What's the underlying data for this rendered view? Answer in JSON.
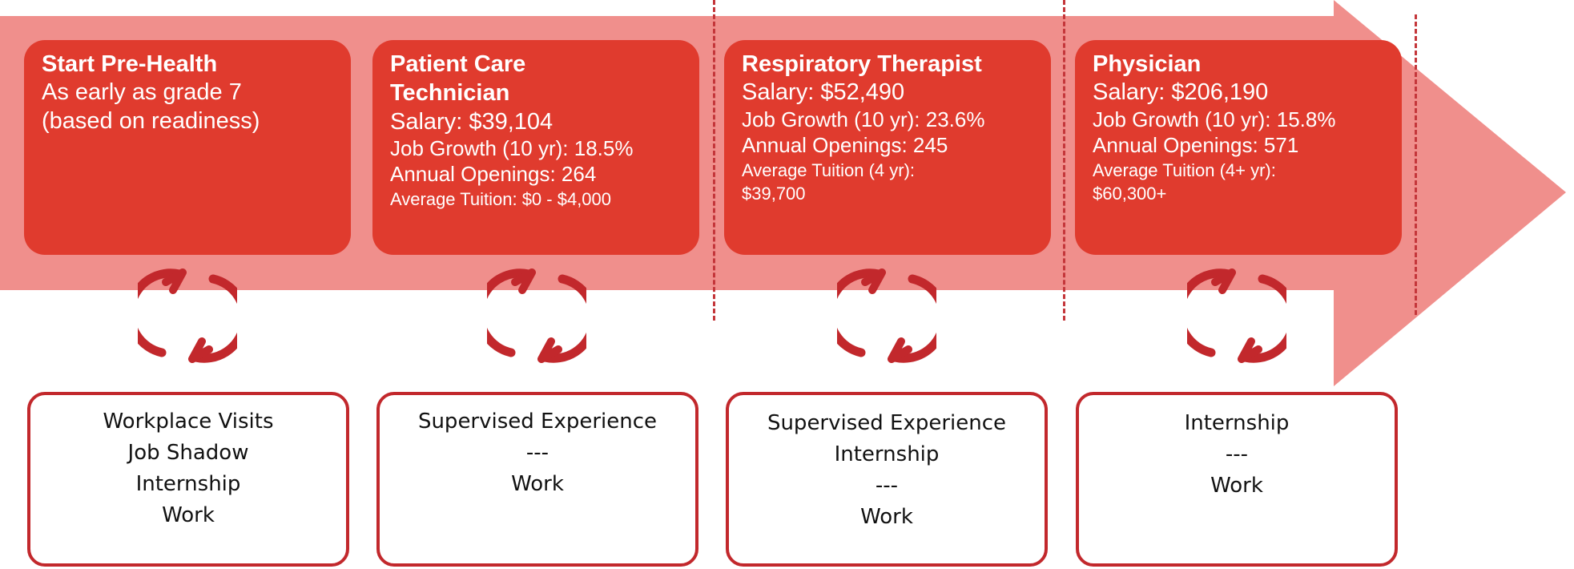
{
  "colors": {
    "arrow_fill": "#f08f8c",
    "stage_box": "#e03b2e",
    "stage_text": "#ffffff",
    "cycle_icon": "#c2282c",
    "activity_border": "#c2282c"
  },
  "stages": [
    {
      "title": "Start Pre-Health",
      "lines": [
        "As early as grade 7",
        "(based on readiness)"
      ]
    },
    {
      "title": "Patient Care Technician",
      "salary": "Salary: $39,104",
      "job_growth": "Job Growth (10 yr): 18.5%",
      "annual_openings": "Annual Openings: 264",
      "tuition": "Average Tuition: $0 - $4,000"
    },
    {
      "title": "Respiratory Therapist",
      "salary": "Salary: $52,490",
      "job_growth": "Job Growth (10 yr): 23.6%",
      "annual_openings": "Annual Openings: 245",
      "tuition": "Average Tuition (4 yr): $39,700"
    },
    {
      "title": "Physician",
      "salary": "Salary: $206,190",
      "job_growth": "Job Growth (10 yr): 15.8%",
      "annual_openings": "Annual Openings: 571",
      "tuition": "Average Tuition (4+ yr): $60,300+"
    }
  ],
  "cycle_icon_name": "cycle-arrows-icon",
  "activities": [
    [
      "Workplace Visits",
      "Job Shadow",
      "Internship",
      "Work"
    ],
    [
      "Supervised Experience",
      "---",
      "Work"
    ],
    [
      "Supervised Experience",
      "Internship",
      "---",
      "Work"
    ],
    [
      "Internship",
      "---",
      "Work"
    ]
  ]
}
